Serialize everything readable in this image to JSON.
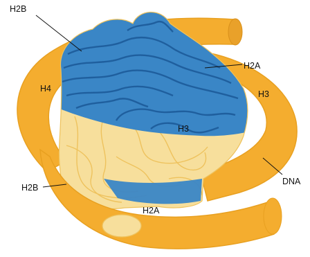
{
  "colors": {
    "dna": "#f4ad2f",
    "dna_edge": "#e8a020",
    "histone_top": "#3a86c6",
    "histone_top_line": "#1f5f9e",
    "histone_bottom": "#f7df9c",
    "histone_bottom_line": "#eec25d",
    "label": "#111111",
    "leader": "#111111"
  },
  "labels": {
    "h2b_top": "H2B",
    "h2a_top": "H2A",
    "h4": "H4",
    "h3_right": "H3",
    "h3_center": "H3",
    "dna": "DNA",
    "h2b_bottom": "H2B",
    "h2a_bottom": "H2A"
  }
}
